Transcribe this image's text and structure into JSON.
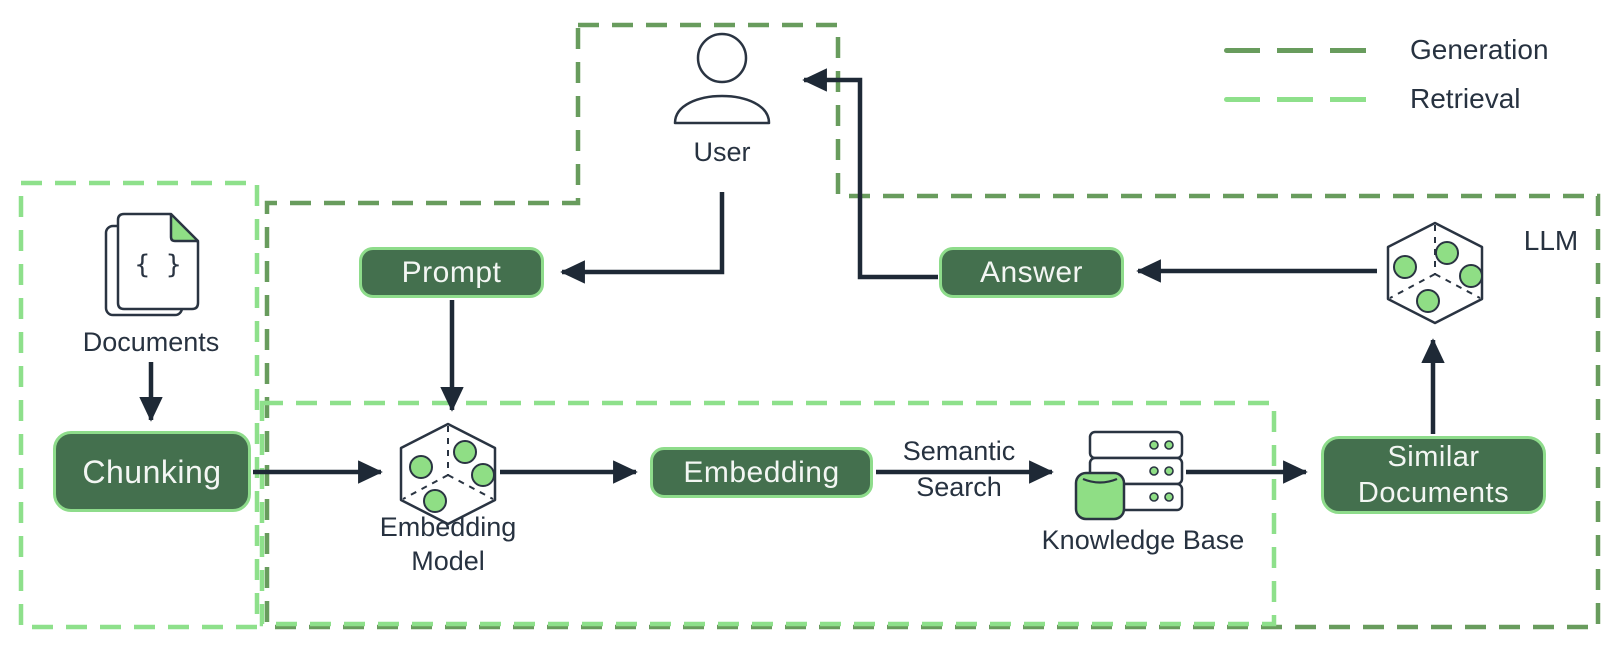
{
  "legend": {
    "items": [
      {
        "label": "Generation",
        "color_key": "generation_dash"
      },
      {
        "label": "Retrieval",
        "color_key": "retrieval_dash"
      }
    ]
  },
  "nodes": {
    "user": {
      "label": "User"
    },
    "documents": {
      "label": "Documents",
      "glyph": "{ }"
    },
    "chunking": {
      "label": "Chunking"
    },
    "prompt": {
      "label": "Prompt"
    },
    "embedding_model": {
      "line1": "Embedding",
      "line2": "Model"
    },
    "embedding": {
      "label": "Embedding"
    },
    "knowledge_base": {
      "label": "Knowledge Base"
    },
    "similar_documents": {
      "line1": "Similar",
      "line2": "Documents"
    },
    "llm": {
      "label": "LLM"
    },
    "answer": {
      "label": "Answer"
    }
  },
  "edges": {
    "semantic_search": {
      "line1": "Semantic",
      "line2": "Search"
    }
  },
  "colors": {
    "background": "#ffffff",
    "generation_dash": "#689c5d",
    "retrieval_dash": "#8ee08b",
    "node_fill": "#44704e",
    "node_border": "#8edc8b",
    "node_text": "#f3f6f3",
    "label_text": "#273240",
    "arrow": "#1e2936",
    "icon_accent": "#8fde85",
    "icon_stroke": "#2a3442"
  }
}
